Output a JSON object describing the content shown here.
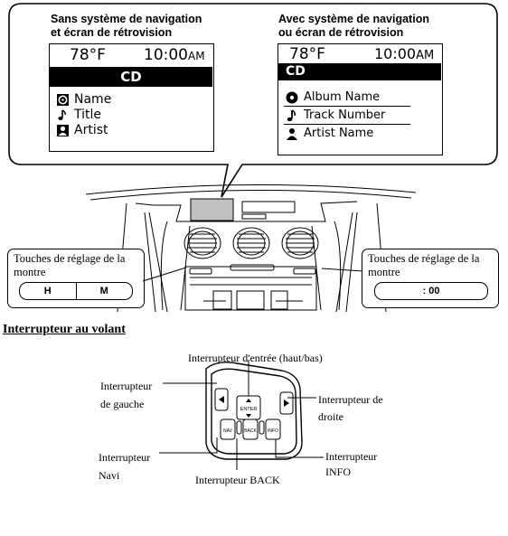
{
  "left_panel": {
    "heading_line1": "Sans système de navigation",
    "heading_line2": "et écran de rétrovision",
    "temperature": "78°F",
    "time": "10:00",
    "time_suffix": "AM",
    "source": "CD",
    "items": [
      {
        "icon": "disc-icon",
        "label": "Name"
      },
      {
        "icon": "music-note-icon",
        "label": "Title"
      },
      {
        "icon": "person-icon",
        "label": "Artist"
      }
    ]
  },
  "right_panel": {
    "heading_line1": "Avec système de navigation",
    "heading_line2": "ou écran de rétrovision",
    "temperature": "78°F",
    "time": "10:00",
    "time_suffix": "AM",
    "source": "CD",
    "items": [
      {
        "icon": "disc-icon",
        "label": "Album Name"
      },
      {
        "icon": "music-note-icon",
        "label": "Track Number"
      },
      {
        "icon": "person-icon",
        "label": "Artist Name"
      }
    ]
  },
  "clock_left": {
    "label_line1": "Touches de réglage de la",
    "label_line2": "montre",
    "button_h": "H",
    "button_m": "M"
  },
  "clock_right": {
    "label_line1": "Touches de réglage de la",
    "label_line2": "montre",
    "button": ": 00"
  },
  "steering": {
    "title": "Interrupteur au volant",
    "enter_label": "Interrupteur d'entrée (haut/bas)",
    "left_line1": "Interrupteur",
    "left_line2": "de gauche",
    "right_line1": "Interrupteur de",
    "right_line2": "droite",
    "navi_line1": "Interrupteur",
    "navi_line2": "Navi",
    "info_line1": "Interrupteur",
    "info_line2": "INFO",
    "back_label": "Interrupteur BACK",
    "btn_enter": "ENTER",
    "btn_nav": "NAV",
    "btn_back": "BACK",
    "btn_info": "INFO"
  }
}
